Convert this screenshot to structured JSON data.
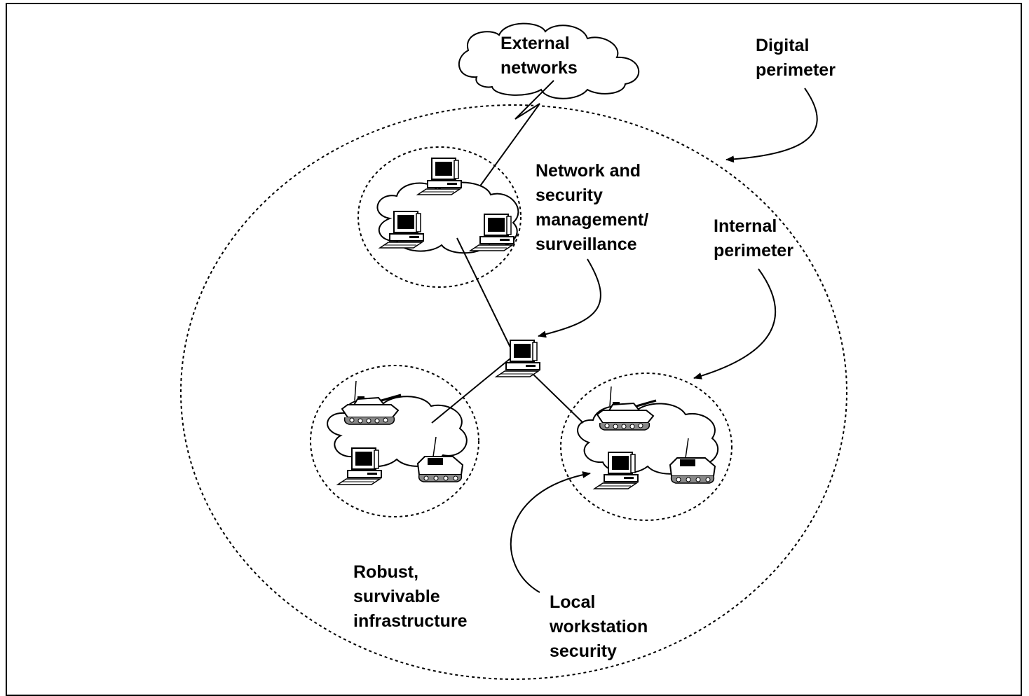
{
  "labels": {
    "external_networks": "External\nnetworks",
    "digital_perimeter": "Digital\nperimeter",
    "network_security_mgmt": "Network and\nsecurity\nmanagement/\nsurveillance",
    "internal_perimeter": "Internal\nperimeter",
    "robust_infrastructure": "Robust,\nsurvivable\ninfrastructure",
    "local_workstation_security": "Local\nworkstation\nsecurity"
  },
  "icons": [
    "cloud-icon",
    "computer-icon",
    "tank-icon"
  ]
}
